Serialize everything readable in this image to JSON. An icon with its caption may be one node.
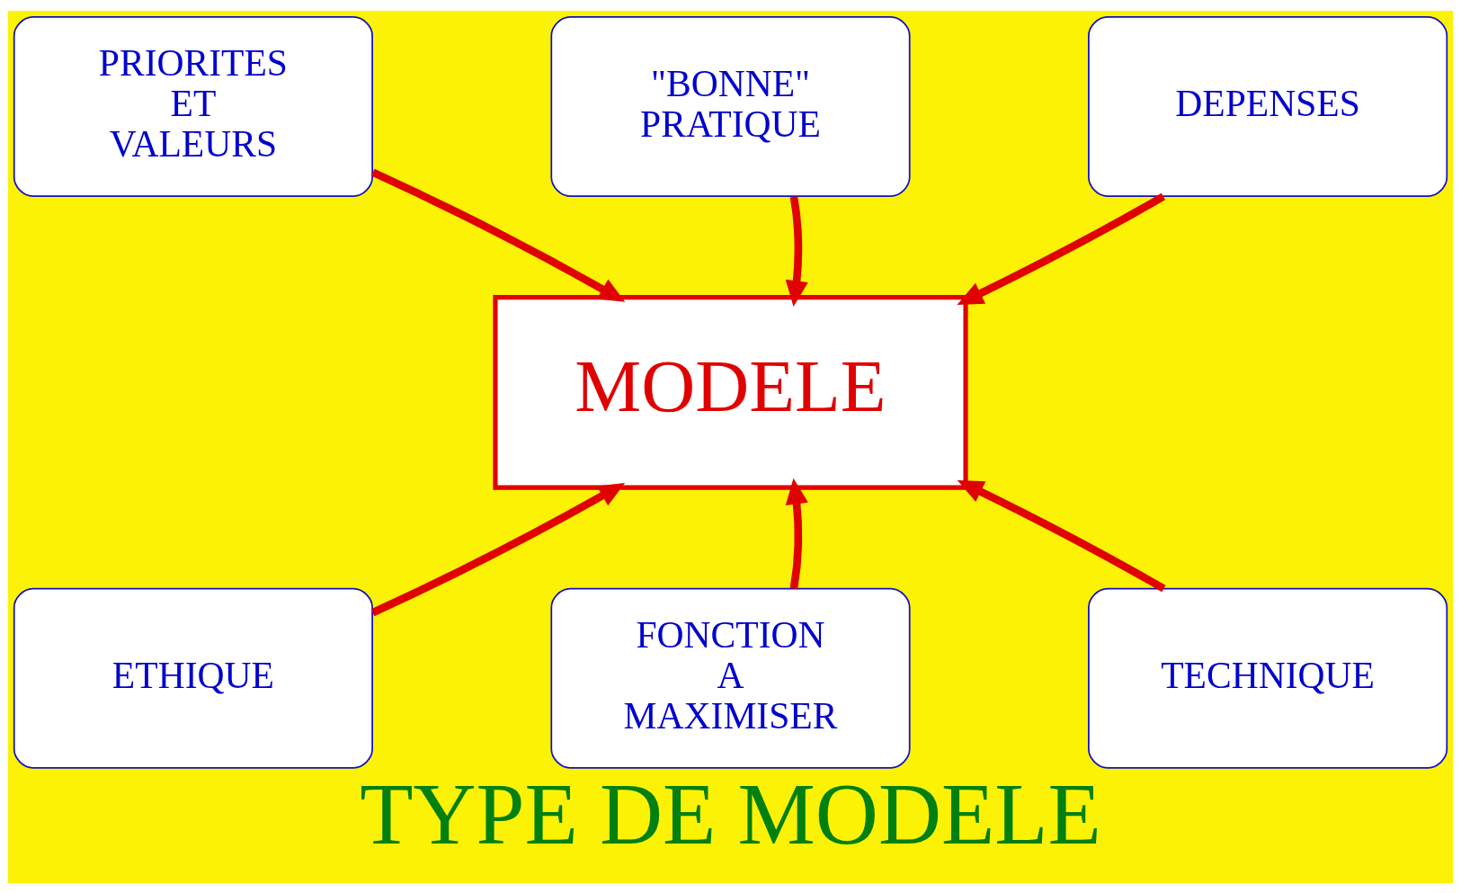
{
  "diagram": {
    "caption": "TYPE DE MODELE",
    "nodes": [
      {
        "text": [
          "PRIORITES ET VALEURS"
        ]
      },
      {
        "text": [
          "\"BONNE\" PRATIQUE"
        ]
      },
      {
        "text": [
          "DEPENSES"
        ]
      },
      {
        "text": [
          "MODELE"
        ]
      },
      {
        "text": [
          "ETHIQUE"
        ]
      },
      {
        "text": [
          "FONCTION A MAXIMISER"
        ]
      },
      {
        "text": [
          "TECHNIQUE"
        ]
      }
    ],
    "edges": [
      {
        "from": 0,
        "to": 3,
        "arrow": "to"
      },
      {
        "from": 1,
        "to": 3,
        "arrow": "to"
      },
      {
        "from": 2,
        "to": 3,
        "arrow": "to"
      },
      {
        "from": 4,
        "to": 3,
        "arrow": "to"
      },
      {
        "from": 5,
        "to": 3,
        "arrow": "to"
      },
      {
        "from": 6,
        "to": 3,
        "arrow": "to"
      }
    ]
  }
}
